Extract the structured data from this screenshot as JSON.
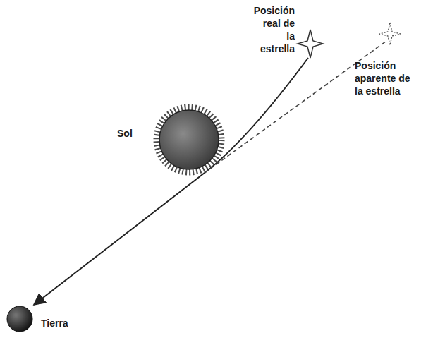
{
  "diagram": {
    "labels": [
      "Posición real de la estrella",
      "Posición aparente de la estrella",
      "Sol",
      "Tierra"
    ]
  }
}
